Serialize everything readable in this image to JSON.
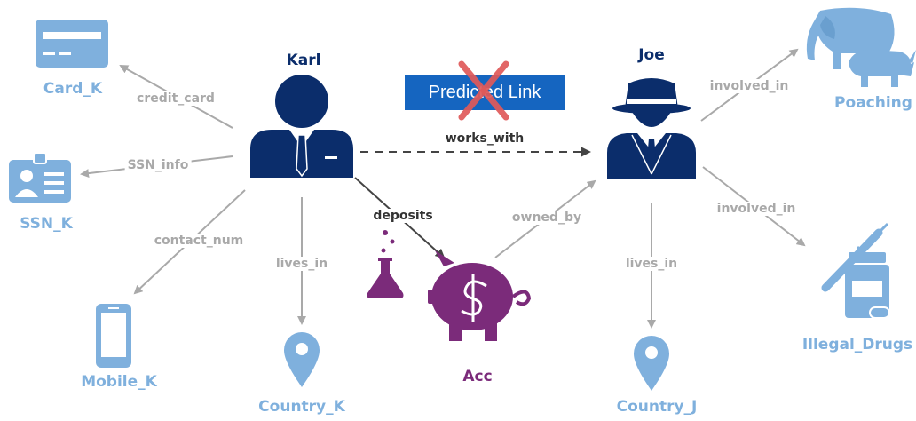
{
  "nodes": {
    "karl": "Karl",
    "joe": "Joe",
    "card": "Card_K",
    "ssn": "SSN_K",
    "mobile": "Mobile_K",
    "country_k": "Country_K",
    "acc": "Acc",
    "country_j": "Country_J",
    "poaching": "Poaching",
    "drugs": "Illegal_Drugs"
  },
  "edges": {
    "credit_card": "credit_card",
    "ssn_info": "SSN_info",
    "contact_num": "contact_num",
    "lives_in_k": "lives_in",
    "works_with": "works_with",
    "deposits": "deposits",
    "owned_by": "owned_by",
    "lives_in_j": "lives_in",
    "involved_in_1": "involved_in",
    "involved_in_2": "involved_in"
  },
  "predicted_link": "Predicted Link",
  "colors": {
    "entity_blue": "#7fb0dd",
    "person_navy": "#0b2d6b",
    "account_purple": "#7b2b7a",
    "predicted_box": "#1565c0",
    "reject_red": "#e05a5a",
    "arrow_gray": "#a9a9a9"
  },
  "icons": [
    "credit-card-icon",
    "id-card-icon",
    "mobile-phone-icon",
    "location-pin-icon",
    "piggy-bank-icon",
    "flask-icon",
    "elephant-icon",
    "rhino-icon",
    "syringe-icon",
    "pill-bottle-icon",
    "businessman-icon",
    "spy-icon"
  ]
}
